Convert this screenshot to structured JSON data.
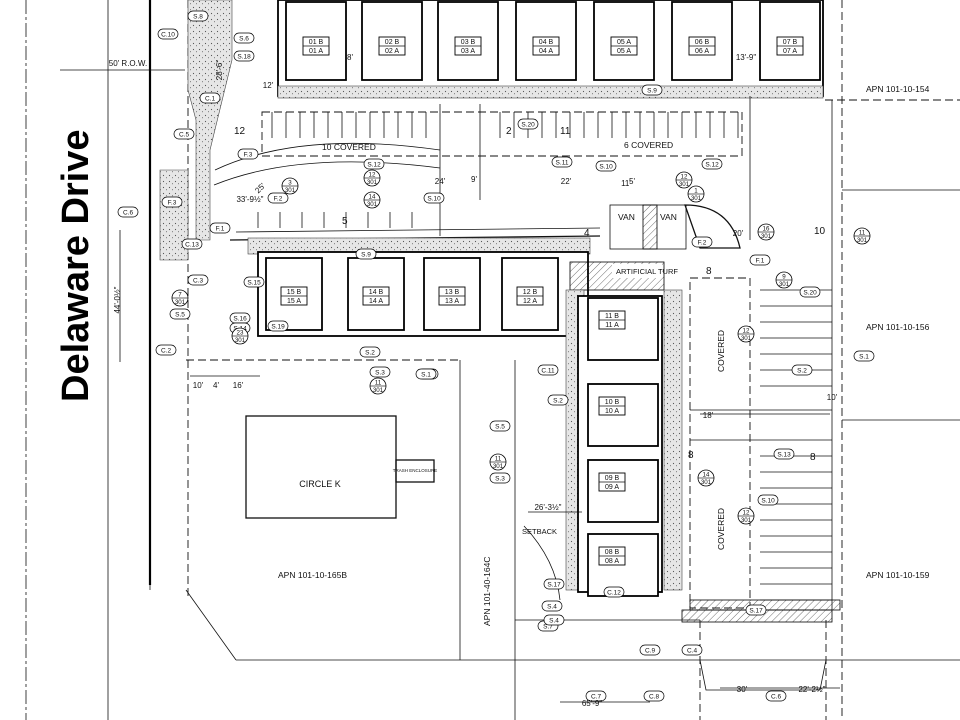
{
  "street": "Delaware Drive",
  "row_label": "50' R.O.W.",
  "circle_k": {
    "name": "CIRCLE K",
    "trash": "TRASH ENCLOSURE"
  },
  "apn": [
    "APN 101-10-154",
    "APN 101-10-156",
    "APN 101-10-159",
    "APN 101-10-165B",
    "APN 101-40-164C"
  ],
  "artificial_turf": "ARTIFICIAL TURF",
  "setback": "SETBACK",
  "top_units": [
    {
      "b": "01 B",
      "a": "01 A"
    },
    {
      "b": "02 B",
      "a": "02 A"
    },
    {
      "b": "03 B",
      "a": "03 A"
    },
    {
      "b": "04 B",
      "a": "04 A"
    },
    {
      "b": "05 A",
      "a": "05 A"
    },
    {
      "b": "06 B",
      "a": "06 A"
    },
    {
      "b": "07 B",
      "a": "07 A"
    }
  ],
  "mid_units": [
    {
      "b": "15 B",
      "a": "15 A"
    },
    {
      "b": "14 B",
      "a": "14 A"
    },
    {
      "b": "13 B",
      "a": "13 A"
    },
    {
      "b": "12 B",
      "a": "12 A"
    }
  ],
  "right_units": [
    {
      "b": "11 B",
      "a": "11 A"
    },
    {
      "b": "10 B",
      "a": "10 A"
    },
    {
      "b": "09 B",
      "a": "09 A"
    },
    {
      "b": "08 B",
      "a": "08 A"
    }
  ],
  "covered": [
    "10 COVERED",
    "6 COVERED",
    "COVERED",
    "COVERED"
  ],
  "van": [
    "VAN",
    "VAN"
  ],
  "parking_counts": [
    "12",
    "2",
    "11",
    "5",
    "4",
    "8",
    "10",
    "8",
    "8"
  ],
  "callouts": [
    "C.10",
    "S.8",
    "S.6",
    "S.18",
    "C.1",
    "C.5",
    "F.3",
    "F.3",
    "F.1",
    "C.6",
    "C.3",
    "C.13",
    "S.5",
    "S.15",
    "S.16",
    "S.14",
    "S.19",
    "S.12",
    "C.2",
    "S.3",
    "S.2",
    "C.11",
    "S.1",
    "F.2",
    "S.10",
    "S.20",
    "S.11",
    "S.9",
    "S.17",
    "S.7",
    "C.12",
    "C.8",
    "C.7",
    "C.9",
    "C.4",
    "S.4",
    "S.13",
    "C.6",
    "S.20",
    "F.1",
    "F.2",
    "S.9",
    "S.12",
    "S.10",
    "S.1",
    "S.2",
    "S.10",
    "S.17",
    "S.5",
    "S.2",
    "S.3",
    "S.1",
    "S.4"
  ],
  "dimensions": [
    "44'-0½\"",
    "10'",
    "4'",
    "16'",
    "25'",
    "28'-6\"",
    "12'",
    "8'",
    "13'-9\"",
    "24'",
    "22'",
    "9'",
    "5'",
    "11'",
    "20'",
    "33'-9½\"",
    "18'",
    "26'-3½\"",
    "65'-9\"",
    "30'",
    "22'-2½\"",
    "10'"
  ],
  "details": [
    {
      "num": "3",
      "sheet": "301"
    },
    {
      "num": "12",
      "sheet": "301"
    },
    {
      "num": "14",
      "sheet": "301"
    },
    {
      "num": "1",
      "sheet": "301"
    },
    {
      "num": "16",
      "sheet": "301"
    },
    {
      "num": "11",
      "sheet": "301"
    },
    {
      "num": "9",
      "sheet": "301"
    },
    {
      "num": "7",
      "sheet": "301"
    },
    {
      "num": "23",
      "sheet": "301"
    },
    {
      "num": "11",
      "sheet": "301"
    },
    {
      "num": "12",
      "sheet": "301"
    },
    {
      "num": "12",
      "sheet": "301"
    },
    {
      "num": "14",
      "sheet": "301"
    },
    {
      "num": "12",
      "sheet": "301"
    },
    {
      "num": "11",
      "sheet": "301"
    }
  ]
}
